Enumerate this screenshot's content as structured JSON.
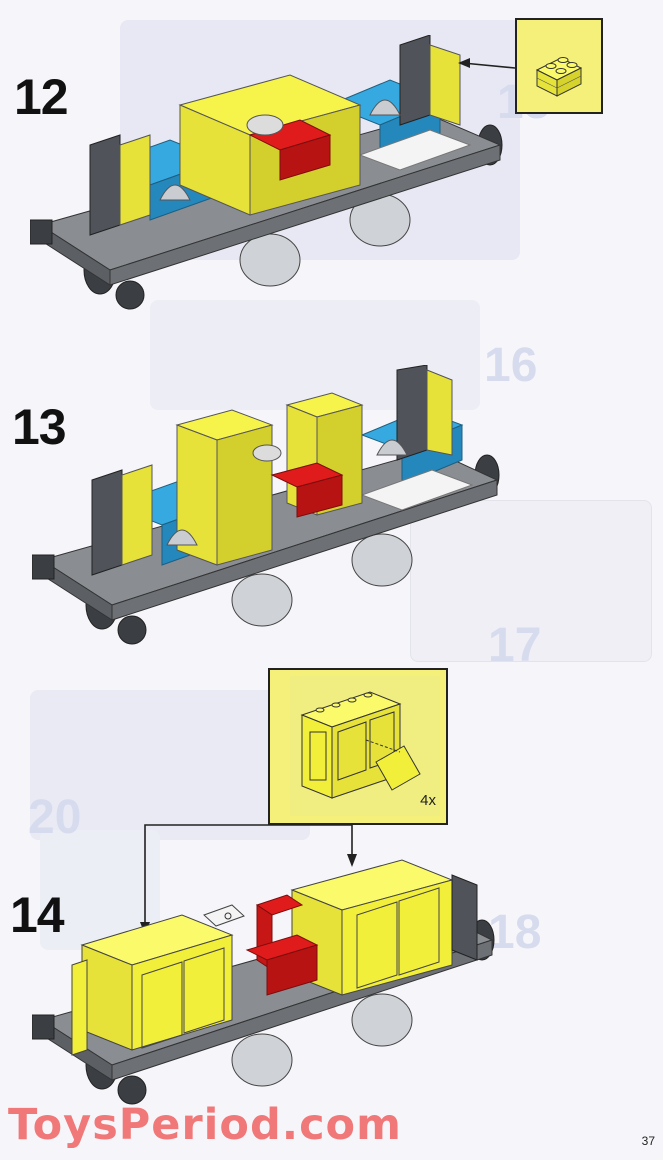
{
  "page": {
    "page_number": "37",
    "watermark": "ToysPeriod.com"
  },
  "steps": [
    {
      "number": "12"
    },
    {
      "number": "13"
    },
    {
      "number": "14",
      "callout_quantity": "4x"
    }
  ],
  "background_step_numbers": [
    "15",
    "16",
    "17",
    "18",
    "20"
  ],
  "colors": {
    "brick_yellow": "#f2ef3a",
    "brick_blue": "#35a9e0",
    "brick_red": "#e01b1b",
    "brick_gray": "#7d8085",
    "brick_dark_gray": "#50545a",
    "brick_white": "#f4f4f4",
    "callout_yellow": "#f5f07a",
    "watermark": "#f07878"
  }
}
